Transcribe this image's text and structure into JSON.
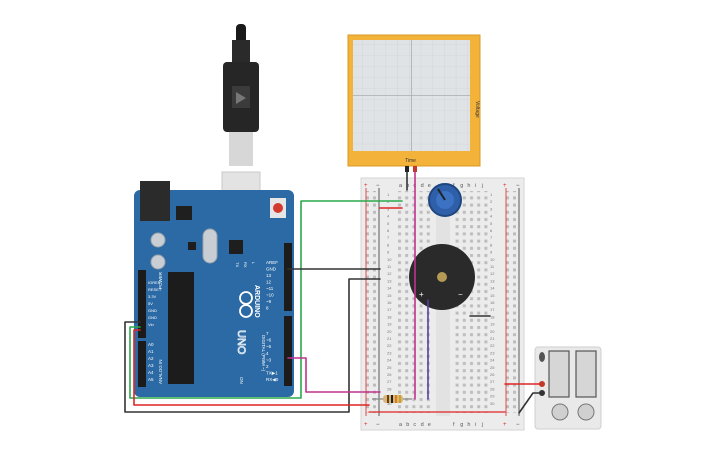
{
  "oscilloscope": {
    "y_axis_label": "Voltage",
    "x_axis_label": "Time"
  },
  "arduino": {
    "brand": "ARDUINO",
    "model": "UNO",
    "power_header_label": "POWER",
    "analog_header_label": "ANALOG IN",
    "digital_header_label": "DIGITAL (PWM ~)",
    "power_pins": [
      "IOREF",
      "RESET",
      "3.3V",
      "5V",
      "GND",
      "GND",
      "Vin"
    ],
    "analog_pins": [
      "A0",
      "A1",
      "A2",
      "A3",
      "A4",
      "A5"
    ],
    "digital_pins_top": [
      "AREF",
      "GND",
      "13",
      "12",
      "~11",
      "~10",
      "~9",
      "8"
    ],
    "digital_pins_bottom": [
      "7",
      "~6",
      "~5",
      "4",
      "~3",
      "2",
      "TX▶1",
      "RX◀0"
    ],
    "led_labels": [
      "TX",
      "RX",
      "L"
    ],
    "on_label": "ON"
  },
  "breadboard": {
    "column_letters_left": [
      "a",
      "b",
      "c",
      "d",
      "e"
    ],
    "column_letters_right": [
      "f",
      "g",
      "h",
      "i",
      "j"
    ],
    "row_numbers": [
      "1",
      "2",
      "3",
      "4",
      "5",
      "6",
      "7",
      "8",
      "9",
      "10",
      "11",
      "12",
      "13",
      "14",
      "15",
      "16",
      "17",
      "18",
      "19",
      "20",
      "21",
      "22",
      "23",
      "24",
      "25",
      "26",
      "27",
      "28",
      "29",
      "30"
    ],
    "rail_plus": "+",
    "rail_minus": "−"
  },
  "piezo": {
    "plus_label": "+",
    "minus_label": "−"
  },
  "colors": {
    "arduino_board": "#2b6aa4",
    "oscilloscope_frame": "#f3b23a",
    "wire_green": "#2aa84a",
    "wire_red": "#e02424",
    "wire_black": "#333333",
    "wire_magenta": "#c2328e",
    "wire_purple": "#5a3fa0",
    "potentiometer_knob": "#2f5fa8"
  }
}
